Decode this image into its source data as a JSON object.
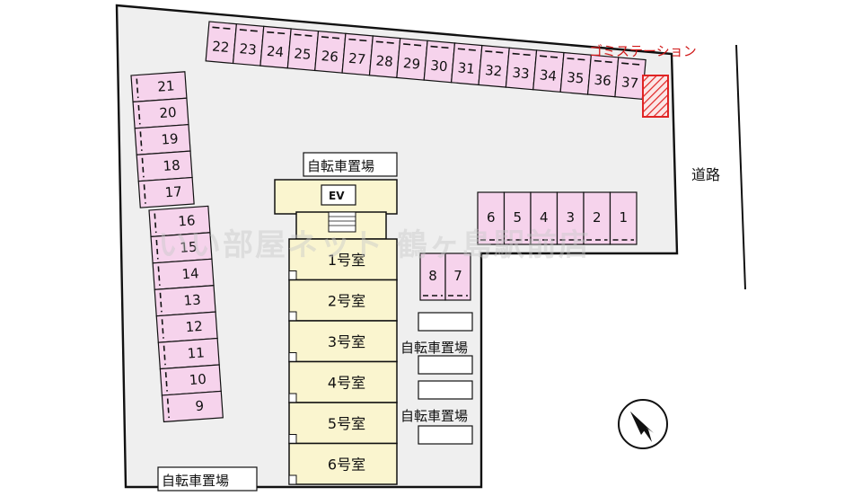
{
  "map": {
    "top_row_slots": [
      "22",
      "23",
      "24",
      "25",
      "26",
      "27",
      "28",
      "29",
      "30",
      "31",
      "32",
      "33",
      "34",
      "35",
      "36",
      "37"
    ],
    "left_upper_slots": [
      "21",
      "20",
      "19",
      "18",
      "17"
    ],
    "left_lower_slots": [
      "16",
      "15",
      "14",
      "13",
      "12",
      "11",
      "10",
      "9"
    ],
    "right_slots": [
      "6",
      "5",
      "4",
      "3",
      "2",
      "1"
    ],
    "middle_slots": [
      "8",
      "7"
    ],
    "rooms": [
      "1号室",
      "2号室",
      "3号室",
      "4号室",
      "5号室",
      "6号室"
    ],
    "elevator_label": "EV",
    "bike_parking_label": "自転車置場",
    "bike_areas": [
      "自転車置場",
      "自転車置場",
      "自転車置場",
      "自転車置場"
    ],
    "garbage_station_label": "ゴミステーション",
    "road_label": "道路",
    "watermark": "いい部屋ネット 鶴ヶ島駅前店",
    "compass_icon": "north-arrow-icon",
    "colors": {
      "parking_fill": "#f6d3ec",
      "building_fill": "#faf5cf",
      "lot_fill": "#efefef",
      "garbage_hatch": "#e02424"
    }
  }
}
